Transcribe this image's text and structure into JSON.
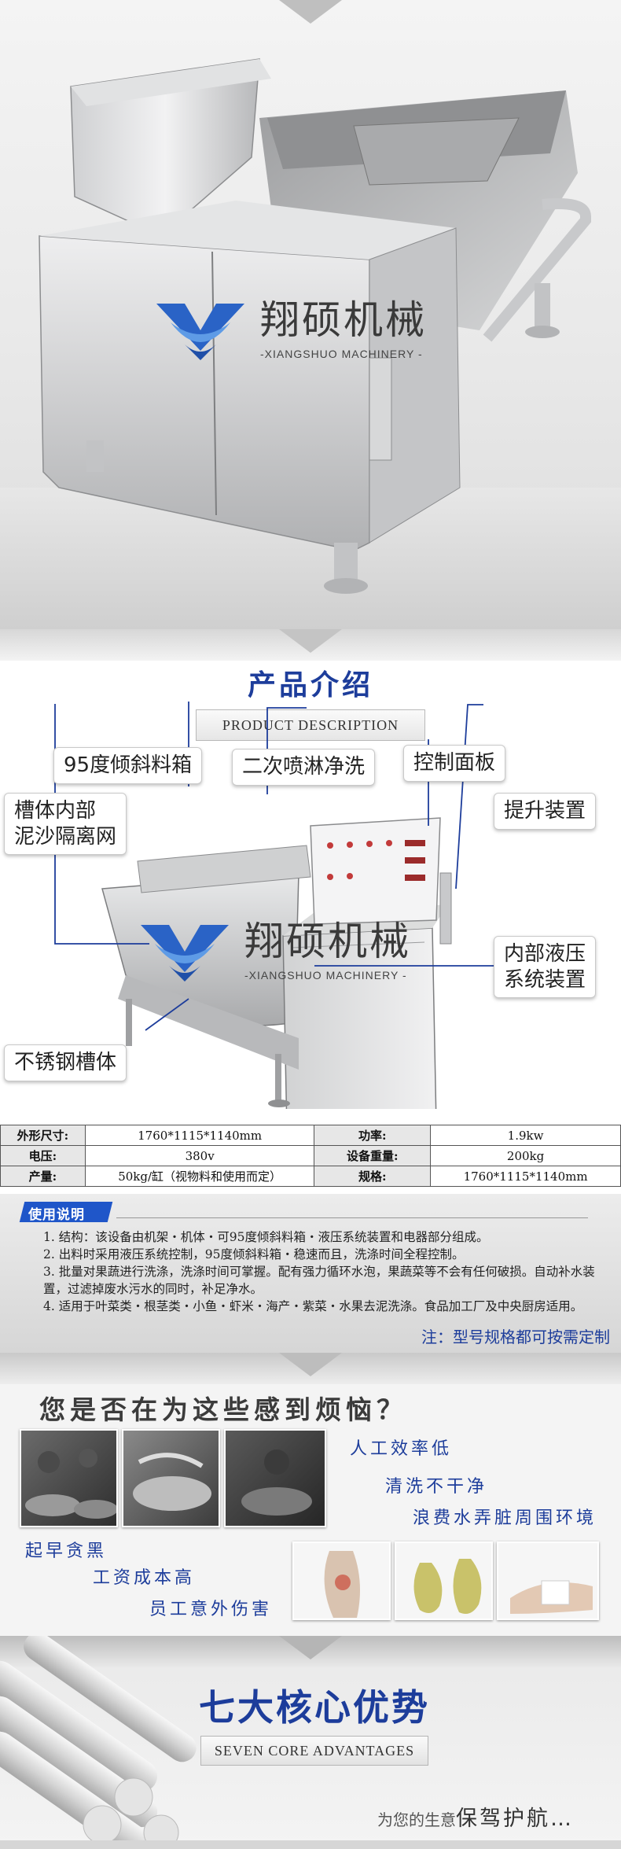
{
  "brand": {
    "name_cn": "翔硕机械",
    "name_en": "-XIANGSHUO MACHINERY -"
  },
  "description": {
    "title_cn": "产品介绍",
    "title_en": "PRODUCT DESCRIPTION",
    "callouts": {
      "tilt_box": "95度倾斜料箱",
      "spray": "二次喷淋净洗",
      "control_panel": "控制面板",
      "sediment_net": "槽体内部\n泥沙隔离网",
      "lift": "提升装置",
      "hydraulic": "内部液压\n系统装置",
      "tank": "不锈钢槽体"
    }
  },
  "specs": {
    "rows": [
      [
        "外形尺寸:",
        "1760*1115*1140mm",
        "功率:",
        "1.9kw"
      ],
      [
        "电压:",
        "380v",
        "设备重量:",
        "200kg"
      ],
      [
        "产量:",
        "50kg/缸（视物料和使用而定）",
        "规格:",
        "1760*1115*1140mm"
      ]
    ]
  },
  "usage": {
    "tag": "使用说明",
    "items": [
      "1. 结构：该设备由机架・机体・可95度倾斜料箱・液压系统装置和电器部分组成。",
      "2. 出料时采用液压系统控制，95度倾斜料箱・稳速而且，洗涤时间全程控制。",
      "3. 批量对果蔬进行洗涤，洗涤时间可掌握。配有强力循环水泡，果蔬菜等不会有任何破损。自动补水装置，过滤掉废水污水的同时，补足净水。",
      "4. 适用于叶菜类・根茎类・小鱼・虾米・海产・紫菜・水果去泥洗涤。食品加工厂及中央厨房适用。"
    ],
    "note": "注：型号规格都可按需定制"
  },
  "worries": {
    "title": "您是否在为这些感到烦恼？",
    "items": [
      "人工效率低",
      "清洗不干净",
      "浪费水弄脏周围环境",
      "起早贪黑",
      "工资成本高",
      "员工意外伤害"
    ]
  },
  "advantages": {
    "title_cn": "七大核心优势",
    "title_en": "SEVEN CORE ADVANTAGES",
    "slogan_prefix": "为您的生意",
    "slogan_main": "保驾护航…"
  },
  "colors": {
    "accent_blue": "#1d3d9b",
    "tag_blue": "#1f56c9",
    "steel_light": "#d9dadb",
    "steel_dark": "#9a9b9d"
  }
}
